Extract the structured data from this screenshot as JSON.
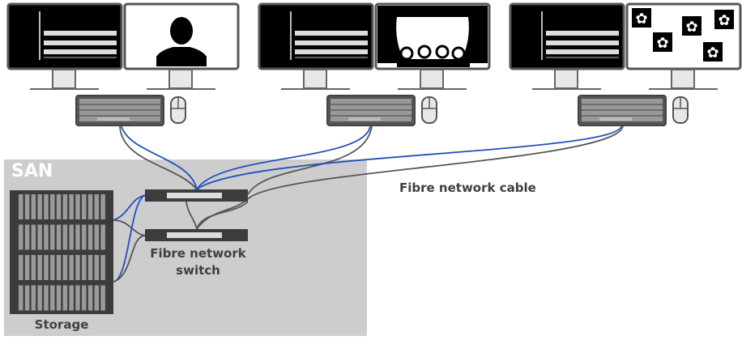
{
  "san": {
    "label": "SAN"
  },
  "storage": {
    "label": "Storage"
  },
  "switch": {
    "label_line1": "Fibre network",
    "label_line2": "switch"
  },
  "cable": {
    "label": "Fibre network cable"
  },
  "workstations": [
    {
      "left_screen": "timeline-editor",
      "right_screen": "person-silhouette"
    },
    {
      "left_screen": "timeline-editor",
      "right_screen": "theater-audience"
    },
    {
      "left_screen": "timeline-editor",
      "right_screen": "flower-pattern"
    }
  ],
  "colors": {
    "san_bg": "#cdcdcd",
    "blue_cable": "#2050c0",
    "gray_cable": "#555555",
    "device": "#3c3c3c"
  }
}
